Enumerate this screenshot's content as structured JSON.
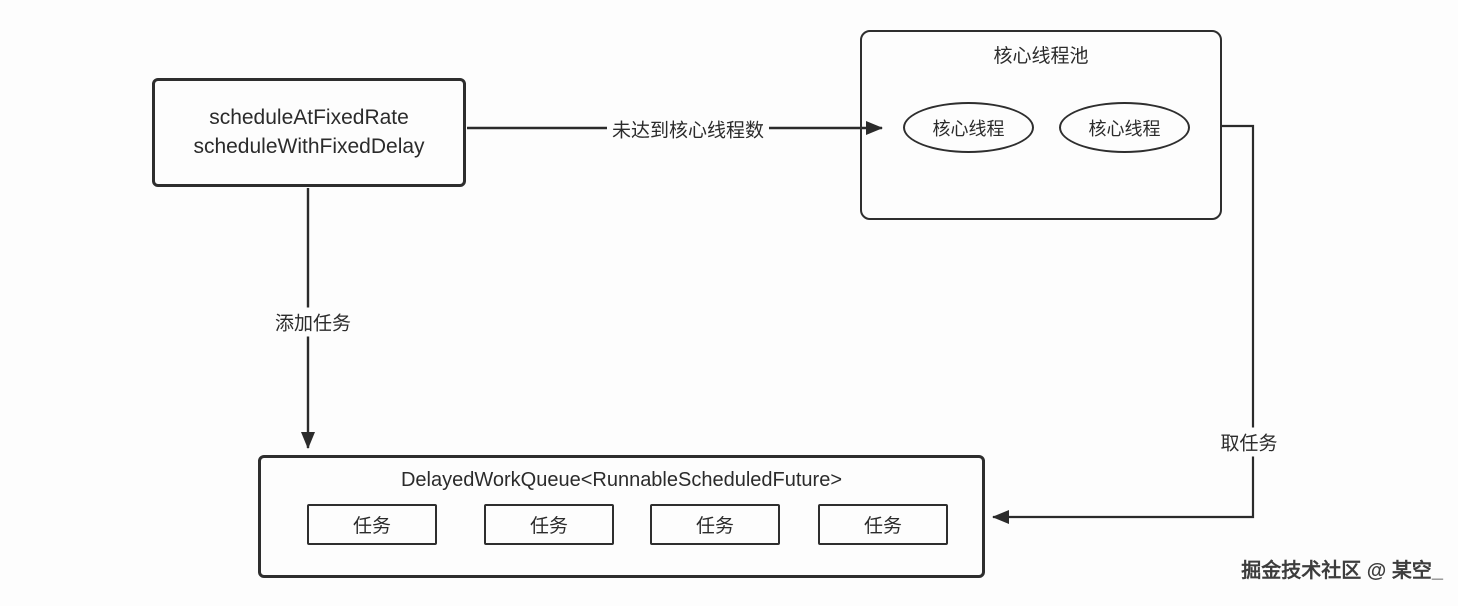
{
  "diagram": {
    "scheduler_box": {
      "line1": "scheduleAtFixedRate",
      "line2": "scheduleWithFixedDelay"
    },
    "core_pool": {
      "title": "核心线程池",
      "threads": [
        {
          "label": "核心线程"
        },
        {
          "label": "核心线程"
        }
      ]
    },
    "queue": {
      "title": "DelayedWorkQueue<RunnableScheduledFuture>",
      "tasks": [
        {
          "label": "任务"
        },
        {
          "label": "任务"
        },
        {
          "label": "任务"
        },
        {
          "label": "任务"
        }
      ]
    },
    "edges": {
      "to_core_pool": "未达到核心线程数",
      "add_task": "添加任务",
      "take_task": "取任务"
    },
    "watermark": "掘金技术社区 @ 某空_",
    "colors": {
      "stroke": "#2b2b2b",
      "background": "#fdfdfd",
      "text": "#2b2b2b"
    }
  }
}
